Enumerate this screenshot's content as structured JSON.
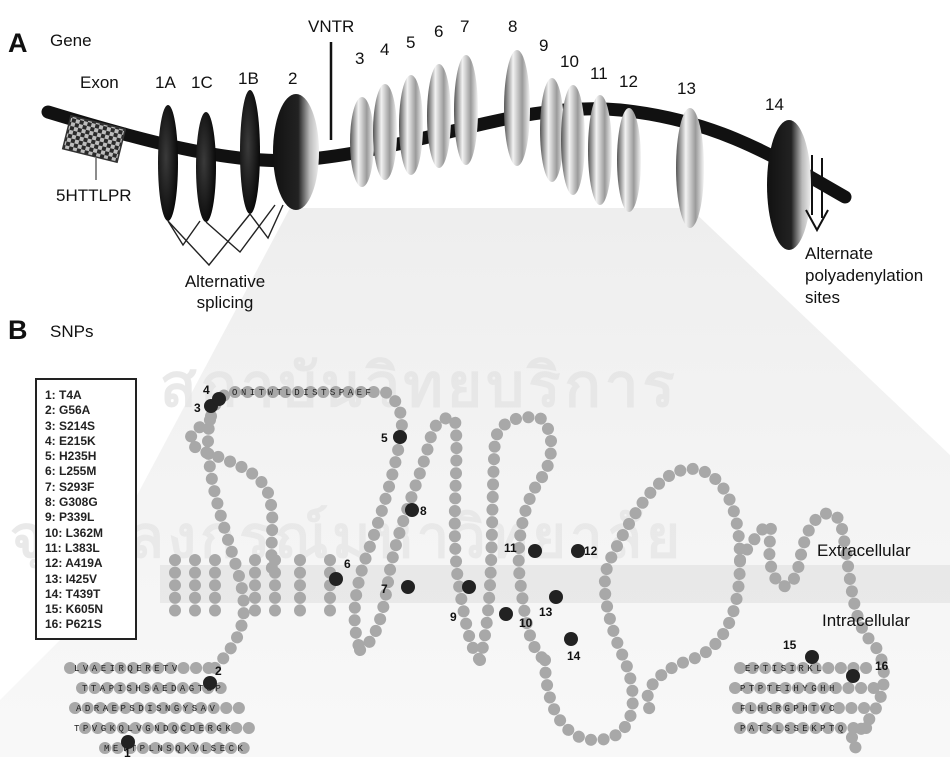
{
  "panel_a": {
    "letter": "A",
    "title": "Gene",
    "exon_label": "Exon",
    "exon_numbers": [
      "1A",
      "1C",
      "1B",
      "2",
      "3",
      "4",
      "5",
      "6",
      "7",
      "8",
      "9",
      "10",
      "11",
      "12",
      "13",
      "14"
    ],
    "vntr_label": "VNTR",
    "promoter_label": "5HTTLPR",
    "splicing_label": [
      "Alternative",
      "splicing"
    ],
    "polyadenylation_label": [
      "Alternate",
      "polyadenylation",
      "sites"
    ]
  },
  "panel_b": {
    "letter": "B",
    "title": "SNPs",
    "snps": [
      "1: T4A",
      "2: G56A",
      "3: S214S",
      "4: E215K",
      "5: H235H",
      "6: L255M",
      "7: S293F",
      "8: G308G",
      "9: P339L",
      "10: L362M",
      "11: L383L",
      "12: A419A",
      "13: I425V",
      "14: T439T",
      "15: K605N",
      "16: P621S"
    ],
    "extracellular_label": "Extracellular",
    "intracellular_label": "Intracellular",
    "watermark_lines": [
      "สถาบันวิทยบริการ",
      "จุฬาลงกรณ์มหาวิทยาลัย"
    ],
    "sequence_fragments": {
      "n_term_lines": [
        "LVAEIRQERETV",
        "TTAPISHSAEDAGTSP",
        "ADRAEPSDISNGYSAV",
        "TPVGKQLVGNDQCDERGK",
        "METTPLNSQKVLSECK"
      ],
      "loop_top": "ONITWTLDISTSPAEF",
      "c_term_lines": [
        "EPTISIRKL",
        "PTPTEIHYGHH",
        "FLHGRGPHTVC",
        "PATSLSSEKPTQ"
      ]
    }
  }
}
